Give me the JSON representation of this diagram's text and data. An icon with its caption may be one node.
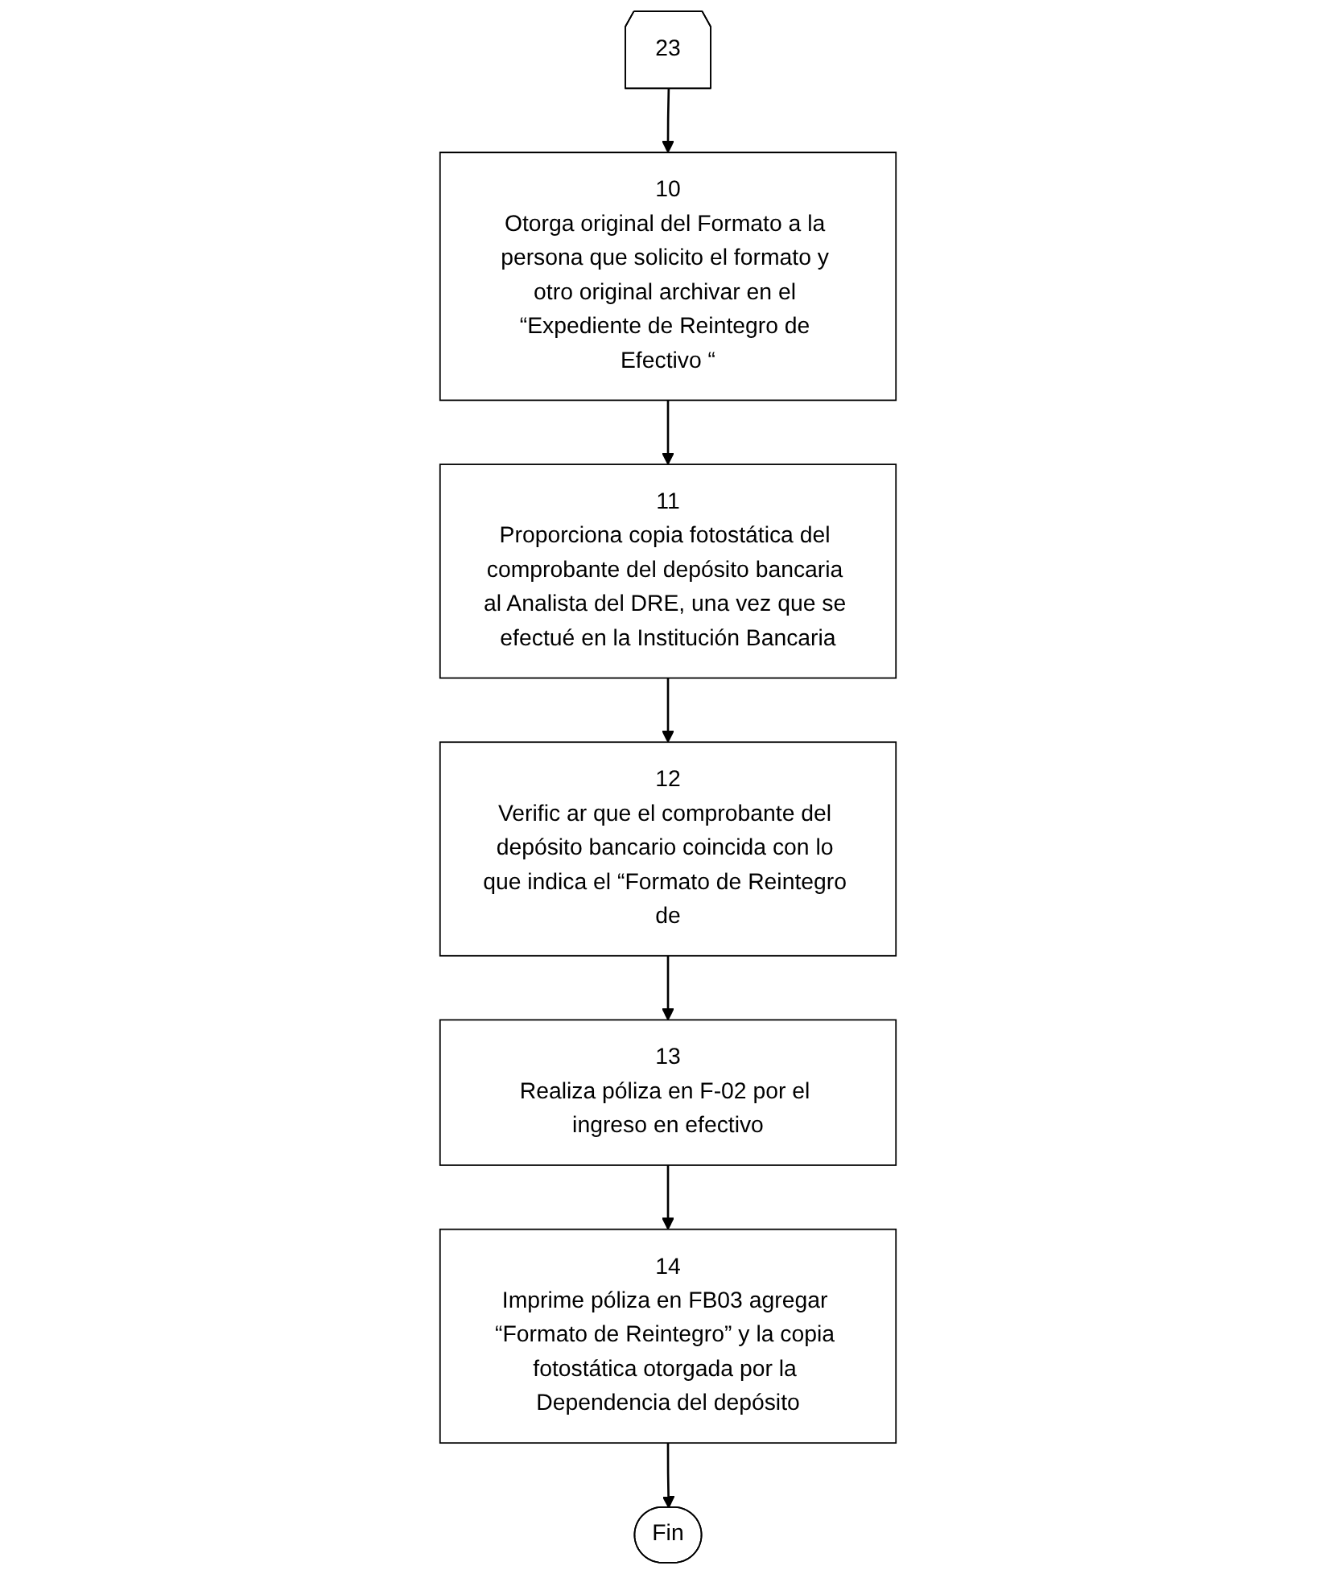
{
  "diagram": {
    "nodes": [
      {
        "text": [
          "23"
        ]
      },
      {
        "text": [
          "10",
          "Otorga original del Formato a la persona que solicito el formato y otro original archivar en el “Expediente de Reintegro de Efectivo “"
        ]
      },
      {
        "text": [
          "11",
          "Proporciona copia fotostática del comprobante del depósito bancaria al Analista del DRE, una vez que se efectué en la Institución Bancaria"
        ]
      },
      {
        "text": [
          "12",
          "Verific ar que el comprobante del depósito bancario coincida con lo que indica el “Formato de Reintegro de"
        ]
      },
      {
        "text": [
          "13",
          "Realiza póliza en F-02 por el ingreso en efectivo"
        ]
      },
      {
        "text": [
          "14",
          "Imprime póliza en FB03 agregar “Formato de Reintegro” y la copia fotostática otorgada por la Dependencia del depósito"
        ]
      },
      {
        "text": [
          "Fin"
        ]
      }
    ],
    "edges": [
      {
        "from": 0,
        "to": 1,
        "arrow": "to"
      },
      {
        "from": 1,
        "to": 2,
        "arrow": "to"
      },
      {
        "from": 2,
        "to": 3,
        "arrow": "to"
      },
      {
        "from": 3,
        "to": 4,
        "arrow": "to"
      },
      {
        "from": 4,
        "to": 5,
        "arrow": "to"
      },
      {
        "from": 5,
        "to": 6,
        "arrow": "to"
      }
    ]
  }
}
